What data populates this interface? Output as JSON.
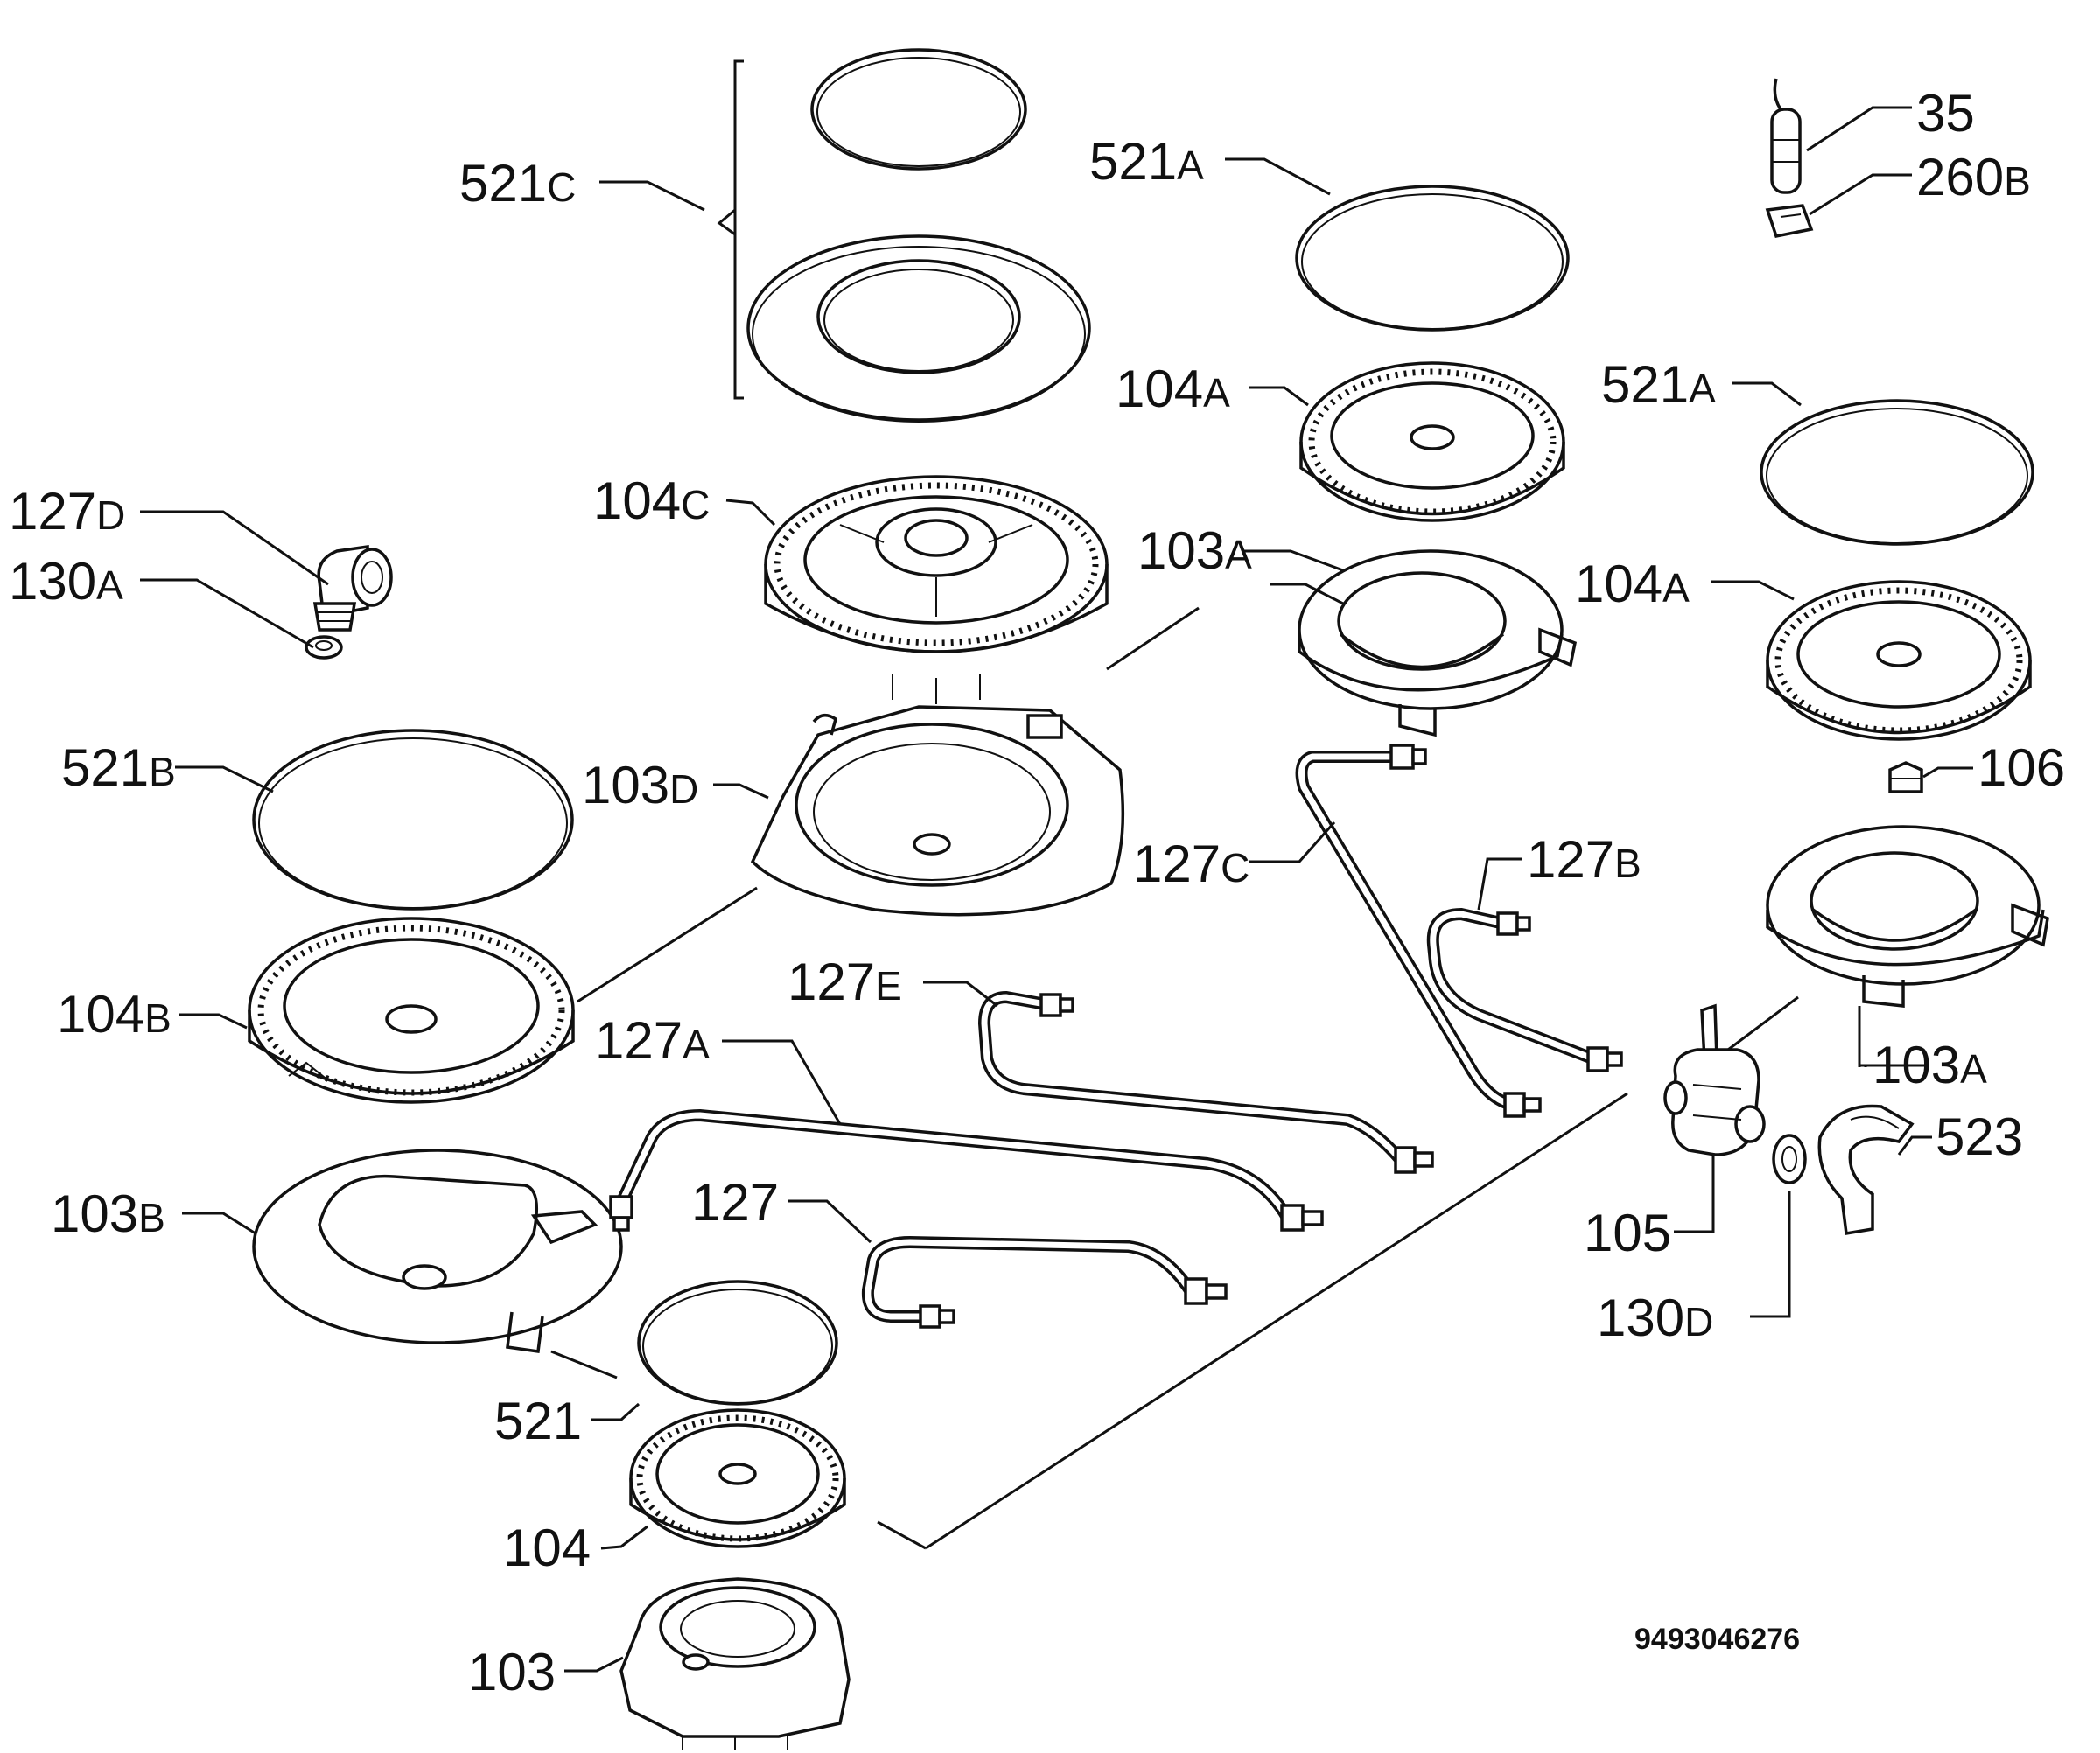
{
  "diagram": {
    "document_number": "9493046276",
    "parts": [
      {
        "id": "521c",
        "num": "521",
        "suffix": "C"
      },
      {
        "id": "521a-1",
        "num": "521",
        "suffix": "A"
      },
      {
        "id": "35",
        "num": "35",
        "suffix": ""
      },
      {
        "id": "260b",
        "num": "260",
        "suffix": "B"
      },
      {
        "id": "104a-1",
        "num": "104",
        "suffix": "A"
      },
      {
        "id": "521a-2",
        "num": "521",
        "suffix": "A"
      },
      {
        "id": "127d",
        "num": "127",
        "suffix": "D"
      },
      {
        "id": "130a",
        "num": "130",
        "suffix": "A"
      },
      {
        "id": "104c",
        "num": "104",
        "suffix": "C"
      },
      {
        "id": "103a-1",
        "num": "103",
        "suffix": "A"
      },
      {
        "id": "104a-2",
        "num": "104",
        "suffix": "A"
      },
      {
        "id": "521b",
        "num": "521",
        "suffix": "B"
      },
      {
        "id": "103d",
        "num": "103",
        "suffix": "D"
      },
      {
        "id": "106",
        "num": "106",
        "suffix": ""
      },
      {
        "id": "127c",
        "num": "127",
        "suffix": "C"
      },
      {
        "id": "127b",
        "num": "127",
        "suffix": "B"
      },
      {
        "id": "127e",
        "num": "127",
        "suffix": "E"
      },
      {
        "id": "104b",
        "num": "104",
        "suffix": "B"
      },
      {
        "id": "127a",
        "num": "127",
        "suffix": "A"
      },
      {
        "id": "103a-2",
        "num": "103",
        "suffix": "A"
      },
      {
        "id": "523",
        "num": "523",
        "suffix": ""
      },
      {
        "id": "103b",
        "num": "103",
        "suffix": "B"
      },
      {
        "id": "127",
        "num": "127",
        "suffix": ""
      },
      {
        "id": "105",
        "num": "105",
        "suffix": ""
      },
      {
        "id": "130d",
        "num": "130",
        "suffix": "D"
      },
      {
        "id": "521",
        "num": "521",
        "suffix": ""
      },
      {
        "id": "104",
        "num": "104",
        "suffix": ""
      },
      {
        "id": "103",
        "num": "103",
        "suffix": ""
      }
    ]
  }
}
